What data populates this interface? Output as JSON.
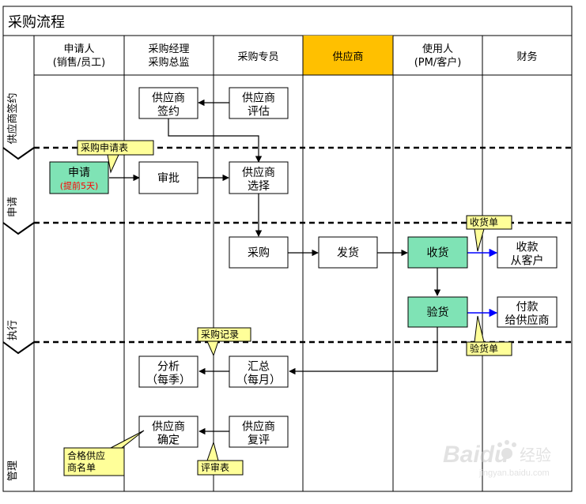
{
  "title": "采购流程",
  "columns": [
    {
      "lines": [
        "申请人",
        "(销售/员工)"
      ]
    },
    {
      "lines": [
        "采购经理",
        "采购总监"
      ]
    },
    {
      "lines": [
        "采购专员"
      ]
    },
    {
      "lines": [
        "供应商"
      ],
      "highlight": true
    },
    {
      "lines": [
        "使用人",
        "(PM/客户)"
      ]
    },
    {
      "lines": [
        "财务"
      ]
    }
  ],
  "phases": [
    {
      "label": "供应商签约"
    },
    {
      "label": "申请"
    },
    {
      "label": "执行"
    },
    {
      "label": "管理"
    }
  ],
  "boxes": {
    "supplier_sign": {
      "lines": [
        "供应商",
        "签约"
      ]
    },
    "supplier_eval": {
      "lines": [
        "供应商",
        "评估"
      ]
    },
    "apply": {
      "lines": [
        "申请"
      ],
      "sub": "(提前5天)"
    },
    "approve": {
      "lines": [
        "审批"
      ]
    },
    "supplier_select": {
      "lines": [
        "供应商",
        "选择"
      ]
    },
    "purchase": {
      "lines": [
        "采购"
      ]
    },
    "ship": {
      "lines": [
        "发货"
      ]
    },
    "receive": {
      "lines": [
        "收货"
      ]
    },
    "collect": {
      "lines": [
        "收款",
        "从客户"
      ]
    },
    "inspect": {
      "lines": [
        "验货"
      ]
    },
    "pay": {
      "lines": [
        "付款",
        "给供应商"
      ]
    },
    "analyze": {
      "lines": [
        "分析",
        "（每季）"
      ]
    },
    "summary": {
      "lines": [
        "汇总",
        "（每月）"
      ]
    },
    "supplier_confirm": {
      "lines": [
        "供应商",
        "确定"
      ]
    },
    "supplier_review": {
      "lines": [
        "供应商",
        "复评"
      ]
    }
  },
  "callouts": {
    "purchase_request_form": {
      "lines": [
        "采购申请表"
      ]
    },
    "receipt_note": {
      "lines": [
        "收货单"
      ]
    },
    "inspection_note": {
      "lines": [
        "验货单"
      ]
    },
    "purchase_record": {
      "lines": [
        "采购记录"
      ]
    },
    "qualified_supplier_list": {
      "lines": [
        "合格供应",
        "商名单"
      ]
    },
    "review_form": {
      "lines": [
        "评审表"
      ]
    }
  },
  "watermark": {
    "brand": "Baidu",
    "brand_cn": "经验",
    "url": "jingyan.baidu.com"
  },
  "colors": {
    "supplier_header": "#FFC000",
    "green_box": "#7FE3B5",
    "callout": "#FFFF99",
    "sub_text_red": "#FF0000",
    "blue_arrow": "#0000FF"
  }
}
